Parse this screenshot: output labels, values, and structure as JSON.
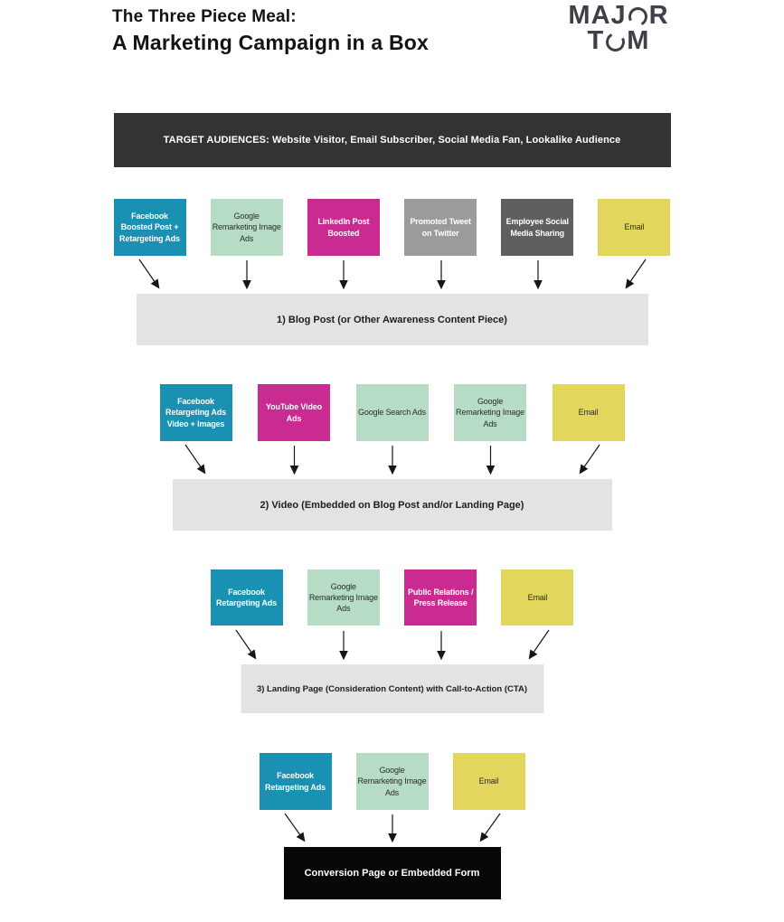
{
  "page": {
    "title_line1": "The Three Piece Meal:",
    "title_line2": "A Marketing Campaign in a Box"
  },
  "logo": {
    "l1a": "MAJ",
    "l1b": "R",
    "l2a": "T",
    "l2b": "M"
  },
  "palette": {
    "teal": "#1a90b2",
    "mint": "#b6dcc6",
    "magenta": "#c92b90",
    "gray": "#9b9b9b",
    "dark_gray": "#5f5f5f",
    "yellow": "#e2d65c",
    "banner_bg": "#333333",
    "bar_bg": "#e3e3e3",
    "conversion_bg": "#070707",
    "text_light": "#ffffff",
    "text_dark": "#2b2b2b",
    "bar_text": "#1d1d1d"
  },
  "banner": {
    "label": "TARGET AUDIENCES: Website Visitor, Email Subscriber, Social Media Fan, Lookalike Audience"
  },
  "rows": [
    {
      "boxes": [
        {
          "label": "Facebook Boosted Post + Retargeting Ads",
          "bg": "#1a90b2",
          "fg": "#ffffff"
        },
        {
          "label": "Google Remarketing Image Ads",
          "bg": "#b6dcc6",
          "fg": "#2b2b2b"
        },
        {
          "label": "LinkedIn Post Boosted",
          "bg": "#c92b90",
          "fg": "#ffffff"
        },
        {
          "label": "Promoted Tweet on Twitter",
          "bg": "#9b9b9b",
          "fg": "#ffffff"
        },
        {
          "label": "Employee Social Media Sharing",
          "bg": "#5f5f5f",
          "fg": "#ffffff"
        },
        {
          "label": "Email",
          "bg": "#e2d65c",
          "fg": "#2b2b2b"
        }
      ]
    },
    {
      "boxes": [
        {
          "label": "Facebook Retargeting Ads Video + Images",
          "bg": "#1a90b2",
          "fg": "#ffffff"
        },
        {
          "label": "YouTube Video Ads",
          "bg": "#c92b90",
          "fg": "#ffffff"
        },
        {
          "label": "Google Search Ads",
          "bg": "#b6dcc6",
          "fg": "#2b2b2b"
        },
        {
          "label": "Google Remarketing Image Ads",
          "bg": "#b6dcc6",
          "fg": "#2b2b2b"
        },
        {
          "label": "Email",
          "bg": "#e2d65c",
          "fg": "#2b2b2b"
        }
      ]
    },
    {
      "boxes": [
        {
          "label": "Facebook Retargeting Ads",
          "bg": "#1a90b2",
          "fg": "#ffffff"
        },
        {
          "label": "Google Remarketing Image Ads",
          "bg": "#b6dcc6",
          "fg": "#2b2b2b"
        },
        {
          "label": "Public Relations / Press Release",
          "bg": "#c92b90",
          "fg": "#ffffff"
        },
        {
          "label": "Email",
          "bg": "#e2d65c",
          "fg": "#2b2b2b"
        }
      ]
    },
    {
      "boxes": [
        {
          "label": "Facebook Retargeting Ads",
          "bg": "#1a90b2",
          "fg": "#ffffff"
        },
        {
          "label": "Google Remarketing Image Ads",
          "bg": "#b6dcc6",
          "fg": "#2b2b2b"
        },
        {
          "label": "Email",
          "bg": "#e2d65c",
          "fg": "#2b2b2b"
        }
      ]
    }
  ],
  "bars": [
    {
      "label": "1) Blog Post (or Other Awareness Content Piece)"
    },
    {
      "label": "2) Video (Embedded on Blog Post and/or Landing Page)"
    },
    {
      "label": "3) Landing Page (Consideration Content) with Call-to-Action (CTA)"
    }
  ],
  "conversion": {
    "label": "Conversion Page or Embedded Form"
  }
}
